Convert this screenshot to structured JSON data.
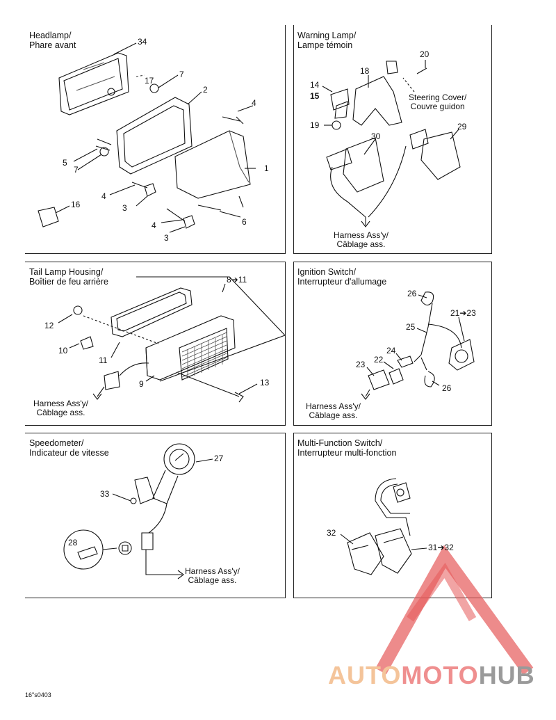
{
  "panels": {
    "headlamp": {
      "title_en": "Headlamp/",
      "title_fr": "Phare avant",
      "callouts": [
        "34",
        "17",
        "7",
        "2",
        "4",
        "1",
        "5",
        "7",
        "4",
        "3",
        "6",
        "4",
        "3",
        "16"
      ]
    },
    "warning": {
      "title_en": "Warning Lamp/",
      "title_fr": "Lampe témoin",
      "callouts": [
        "20",
        "18",
        "14",
        "15",
        "19",
        "30",
        "29"
      ],
      "steering_en": "Steering Cover/",
      "steering_fr": "Couvre guidon",
      "harness_en": "Harness Ass'y/",
      "harness_fr": "Câblage ass."
    },
    "tail": {
      "title_en": "Tail Lamp Housing/",
      "title_fr": "Boîtier de feu arrière",
      "callouts": [
        "8➔11",
        "12",
        "10",
        "11",
        "9",
        "13"
      ],
      "harness_en": "Harness Ass'y/",
      "harness_fr": "Câblage ass."
    },
    "ignition": {
      "title_en": "Ignition Switch/",
      "title_fr": "Interrupteur d'allumage",
      "callouts": [
        "26",
        "21➔23",
        "25",
        "24",
        "22",
        "23",
        "26"
      ],
      "harness_en": "Harness Ass'y/",
      "harness_fr": "Câblage ass."
    },
    "speedo": {
      "title_en": "Speedometer/",
      "title_fr": "Indicateur de vitesse",
      "callouts": [
        "27",
        "33",
        "28"
      ],
      "harness_en": "Harness Ass'y/",
      "harness_fr": "Câblage ass."
    },
    "multi": {
      "title_en": "Multi-Function Switch/",
      "title_fr": "Interrupteur multi-fonction",
      "callouts": [
        "32",
        "31➔32"
      ]
    }
  },
  "footer_code": "16\"s0403",
  "watermark": {
    "part1": "AUTO",
    "part2": "MOTO",
    "part3": "HUB",
    "colors": {
      "auto": "#f4c49a",
      "moto": "#ef8f8f",
      "hub": "#9a9a9a",
      "mark": "#e65a5a"
    }
  }
}
